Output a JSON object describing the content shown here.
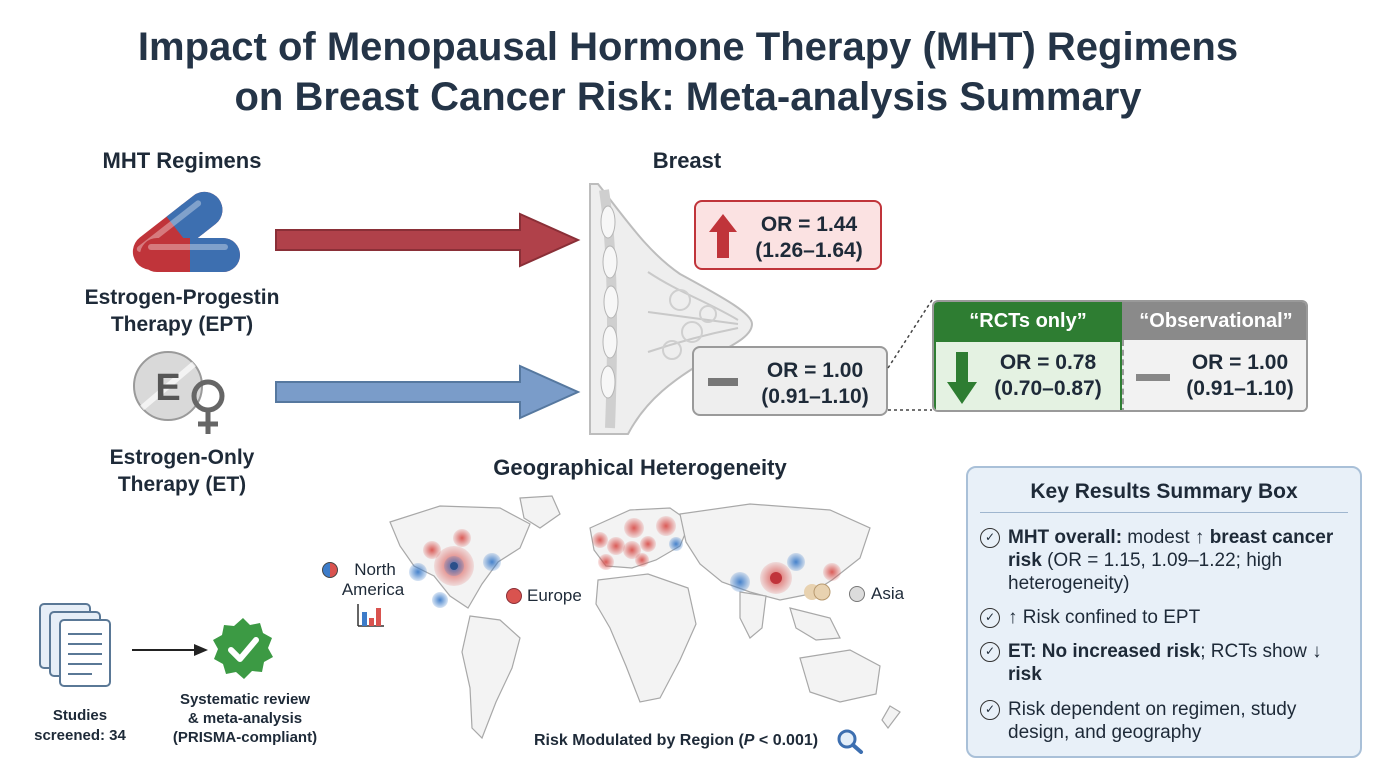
{
  "title": {
    "line1": "Impact of Menopausal Hormone Therapy (MHT) Regimens",
    "line2": "on Breast Cancer Risk: Meta-analysis Summary"
  },
  "regimens": {
    "heading": "MHT Regimens",
    "ept_line1": "Estrogen-Progestin",
    "ept_line2": "Therapy (EPT)",
    "et_line1": "Estrogen-Only",
    "et_line2": "Therapy (ET)",
    "et_icon_letter": "E"
  },
  "breast": {
    "heading": "Breast"
  },
  "ept_result": {
    "or": "OR = 1.44",
    "ci": "(1.26–1.64)",
    "direction": "up",
    "color": "#c0343a"
  },
  "et_result": {
    "or": "OR = 1.00",
    "ci": "(0.91–1.10)",
    "direction": "none"
  },
  "et_breakdown": {
    "rct_header": "“RCTs only”",
    "rct_or": "OR = 0.78",
    "rct_ci": "(0.70–0.87)",
    "rct_direction": "down",
    "rct_color": "#2e7d32",
    "obs_header": "“Observational”",
    "obs_or": "OR = 1.00",
    "obs_ci": "(0.91–1.10)",
    "obs_color": "#8a8a8a"
  },
  "geo": {
    "heading": "Geographical Heterogeneity",
    "north_america_line1": "North",
    "north_america_line2": "America",
    "europe": "Europe",
    "asia": "Asia",
    "footer_prefix": "Risk Modulated by Region (",
    "footer_p": "P",
    "footer_suffix": " < 0.001)",
    "red_color": "#d9534f",
    "blue_color": "#3d7cc9"
  },
  "summary": {
    "heading": "Key Results Summary Box",
    "item1_bold": "MHT overall:",
    "item1_text": " modest ↑ ",
    "item1_bold2": "breast cancer risk",
    "item1_text2": " (OR = 1.15, 1.09–1.22; high heterogeneity)",
    "item2": "↑ Risk confined to EPT",
    "item3_bold": "ET: No increased risk",
    "item3_text": "; RCTs show ",
    "item3_bold2": "↓ risk",
    "item4": "Risk dependent on regimen, study design, and geography"
  },
  "studies": {
    "line1": "Studies",
    "line2": "screened: 34",
    "review_line1": "Systematic review",
    "review_line2": "& meta-analysis",
    "review_line3": "(PRISMA-compliant)"
  }
}
